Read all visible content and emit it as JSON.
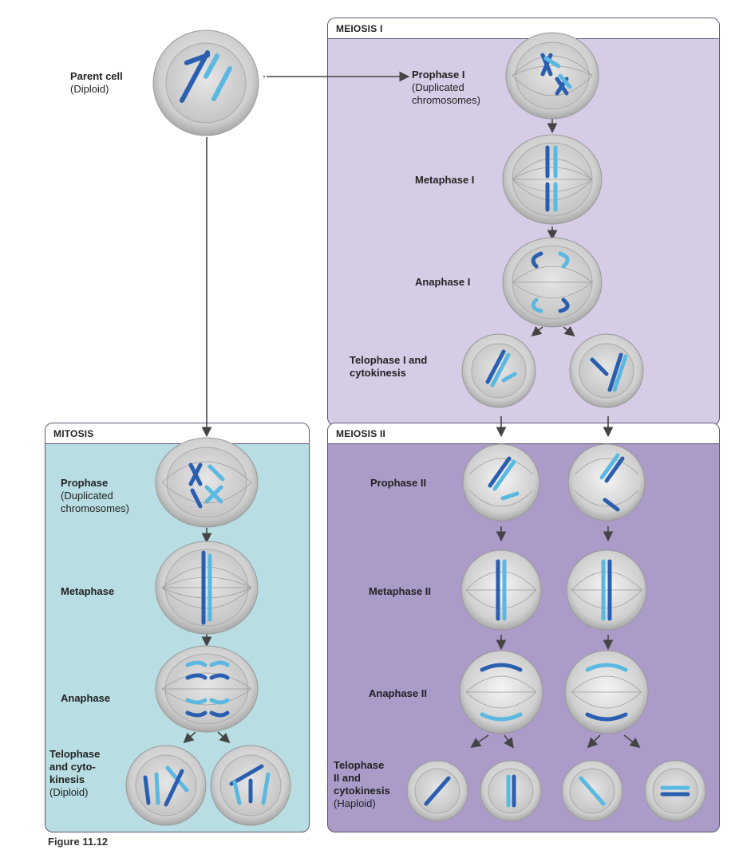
{
  "panels": {
    "meiosis1": {
      "title": "MEIOSIS I",
      "bg": "#d6cce6"
    },
    "meiosis2": {
      "title": "MEIOSIS II",
      "bg": "#ab9bc9"
    },
    "mitosis": {
      "title": "MITOSIS",
      "bg": "#b8dde2"
    }
  },
  "labels": {
    "parent_main": "Parent cell",
    "parent_sub": "(Diploid)",
    "prophase1_main": "Prophase I",
    "prophase1_sub1": "(Duplicated",
    "prophase1_sub2": "chromosomes)",
    "metaphase1": "Metaphase I",
    "anaphase1": "Anaphase I",
    "telophase1_1": "Telophase I and",
    "telophase1_2": "cytokinesis",
    "prophase2": "Prophase II",
    "metaphase2": "Metaphase II",
    "anaphase2": "Anaphase II",
    "telophase2_1": "Telophase",
    "telophase2_2": "II and",
    "telophase2_3": "cytokinesis",
    "telophase2_4": "(Haploid)",
    "prophase_main": "Prophase",
    "prophase_sub1": "(Duplicated",
    "prophase_sub2": "chromosomes)",
    "metaphase": "Metaphase",
    "anaphase": "Anaphase",
    "telophase_1": "Telophase",
    "telophase_2": "and cyto-",
    "telophase_3": "kinesis",
    "telophase_4": "(Diploid)"
  },
  "caption": "Figure 11.12",
  "colors": {
    "chromosome_dark": "#2a5fb0",
    "chromosome_light": "#5bb8e0",
    "cell_rim": "#bdbdbd",
    "nucleus": "#d9d9d9",
    "arrow": "#444444"
  }
}
